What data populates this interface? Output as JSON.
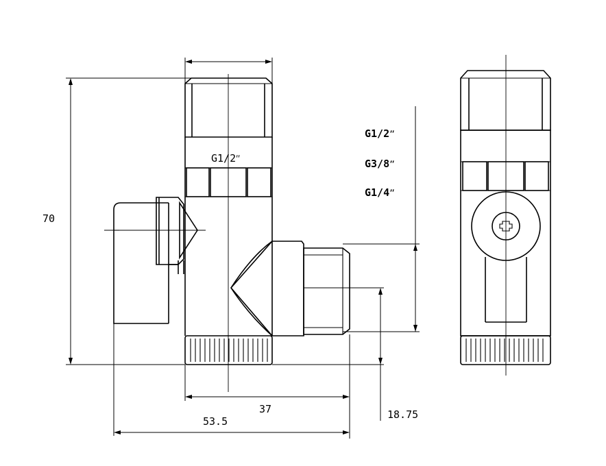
{
  "labels": {
    "height_dim": "70",
    "width_dim_inner": "37",
    "width_dim_outer": "53.5",
    "offset_dim": "18.75",
    "top_thread": "G1/2ʺ",
    "thread_a": "G1/2ʺ",
    "thread_b": "G3/8ʺ",
    "thread_c": "G1/4ʺ"
  }
}
